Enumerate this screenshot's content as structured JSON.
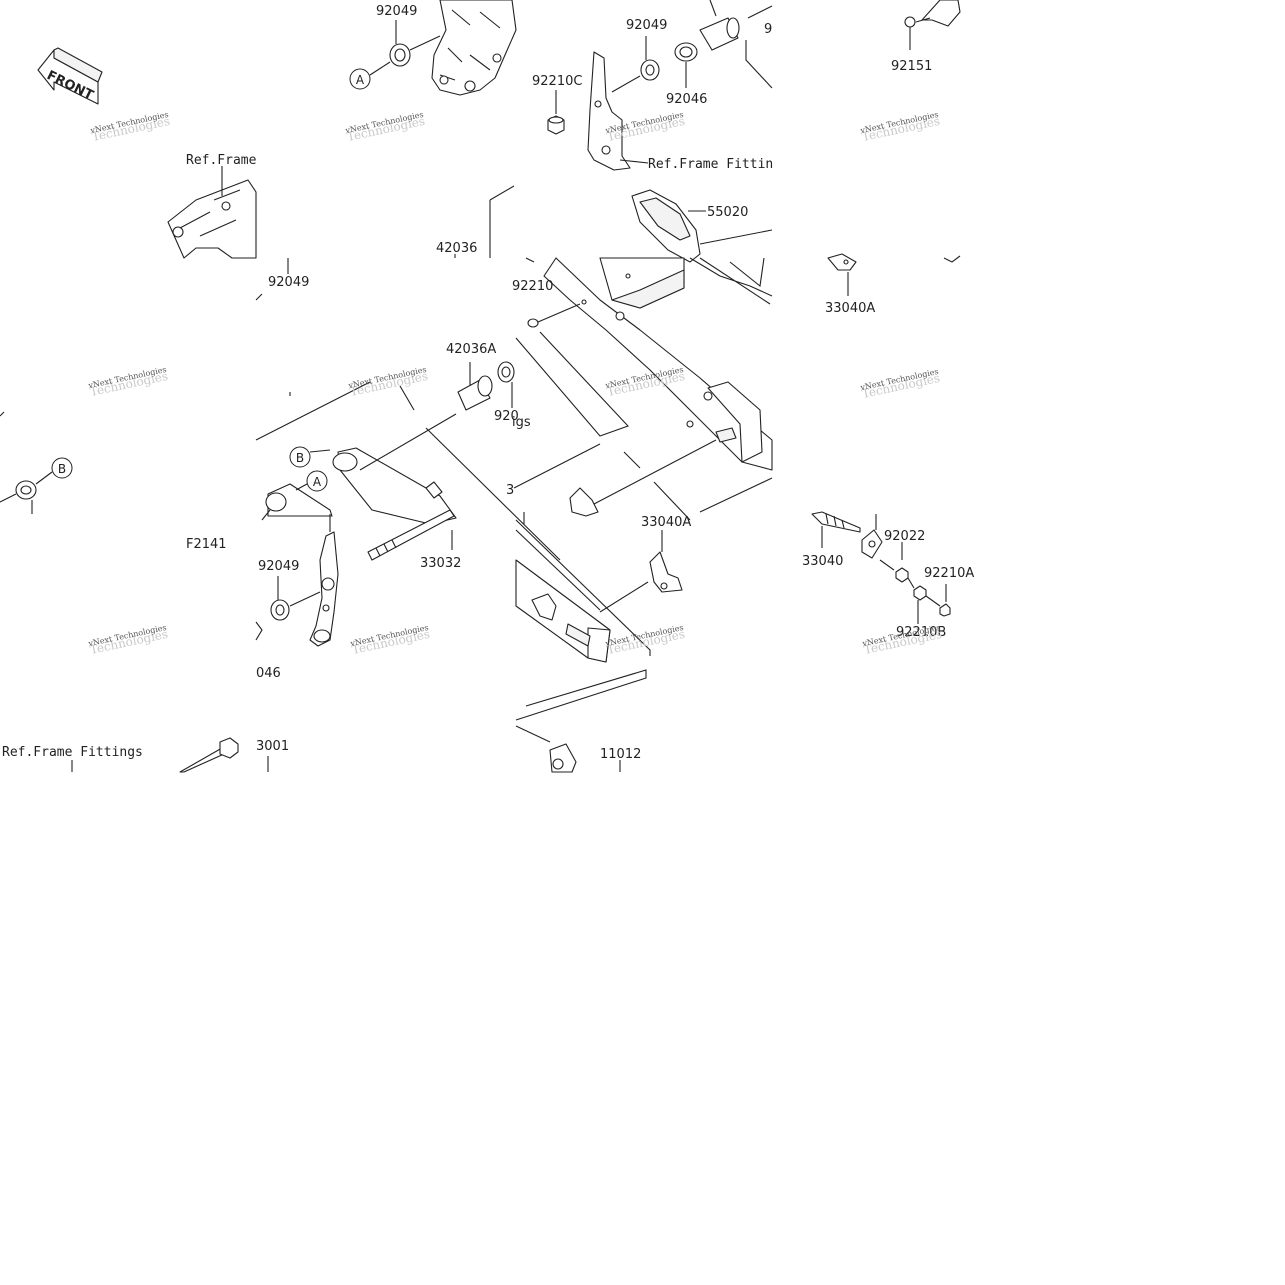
{
  "diagram": {
    "front_sign": "FRONT",
    "figure_code": "F2141",
    "watermark": {
      "line1": "vNext Technologies",
      "line2": "Technologies"
    },
    "ref_labels": {
      "ref_frame": "Ref.Frame",
      "ref_frame_fittings_top": "Ref.Frame Fittin",
      "ref_frame_fittings_bottom": "Ref.Frame Fittings",
      "fittings_partial": "igs"
    },
    "circle_markers": {
      "a_top": "A",
      "a_mid": "A",
      "b_mid": "B",
      "b_left": "B"
    },
    "part_numbers": {
      "p92049_top": "92049",
      "p92049_topmid": "92049",
      "p92046_top": "92046",
      "p92210c": "92210C",
      "p92151": "92151",
      "p55020": "55020",
      "p42036": "42036",
      "p92049_left": "92049",
      "p92210_partial": "92210",
      "p33040a_top": "33040A",
      "p42036a": "42036A",
      "p920_partial": "920",
      "p33032": "33032",
      "p92049_low": "92049",
      "p046_partial": "046",
      "p33040a_mid": "33040A",
      "p33040": "33040",
      "p92022": "92022",
      "p92210a": "92210A",
      "p92210b": "92210B",
      "p3001_partial": "3001",
      "p11012": "11012",
      "p9_partial": "9",
      "p3_partial": "3"
    }
  }
}
